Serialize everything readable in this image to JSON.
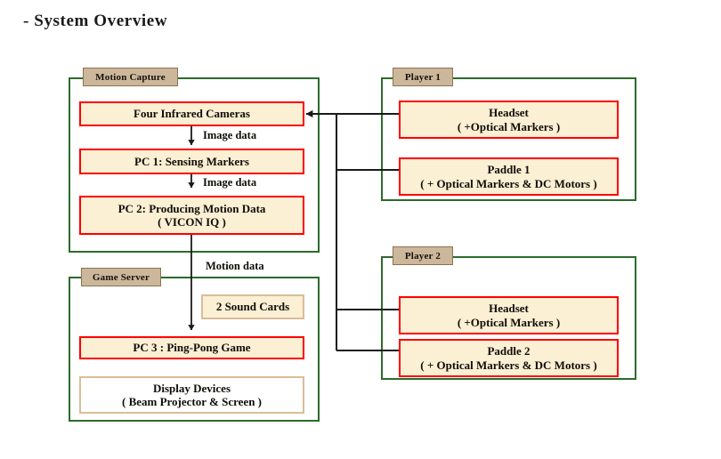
{
  "title": "- System Overview",
  "colors": {
    "group_border": "#2c6b2c",
    "tab_fill": "#cdb79a",
    "tab_border": "#8a7352",
    "node_fill": "#fbefd4",
    "node_border_red": "#ff0000",
    "node_border_tan": "#d9bd99",
    "wire": "#1a1a1a",
    "text": "#100d08",
    "background": "#ffffff"
  },
  "groups": [
    {
      "id": "motion-capture",
      "label": "Motion Capture"
    },
    {
      "id": "game-server",
      "label": "Game Server"
    },
    {
      "id": "player-1",
      "label": "Player 1"
    },
    {
      "id": "player-2",
      "label": "Player 2"
    }
  ],
  "nodes": {
    "cameras": {
      "line1": "Four Infrared Cameras",
      "line2": ""
    },
    "pc1": {
      "line1": "PC 1: Sensing Markers",
      "line2": ""
    },
    "pc2": {
      "line1": "PC 2: Producing Motion Data",
      "line2": "( VICON IQ )"
    },
    "sound": {
      "line1": "2 Sound Cards",
      "line2": ""
    },
    "pc3": {
      "line1": "PC 3 : Ping-Pong Game",
      "line2": ""
    },
    "display": {
      "line1": "Display Devices",
      "line2": "( Beam Projector & Screen )"
    },
    "headset1": {
      "line1": "Headset",
      "line2": "( +Optical Markers )"
    },
    "paddle1": {
      "line1": "Paddle 1",
      "line2": "( + Optical Markers & DC Motors )"
    },
    "headset2": {
      "line1": "Headset",
      "line2": "( +Optical Markers )"
    },
    "paddle2": {
      "line1": "Paddle 2",
      "line2": "( + Optical Markers & DC Motors )"
    }
  },
  "edge_labels": {
    "cameras_to_pc1": "Image data",
    "pc1_to_pc2": "Image data",
    "pc2_to_pc3": "Motion data"
  }
}
